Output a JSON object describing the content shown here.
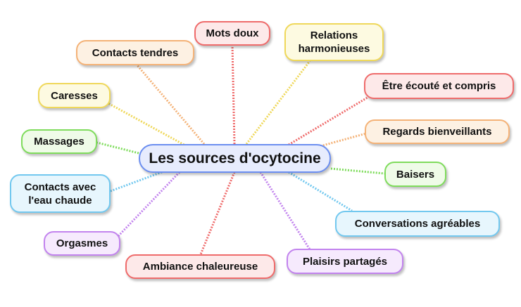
{
  "center": "Les sources d'ocytocine",
  "nodes": {
    "mots_doux": "Mots doux",
    "contacts_tendres": "Contacts tendres",
    "relations": "Relations harmonieuses",
    "caresses": "Caresses",
    "ecoute": "Être écouté et compris",
    "massages": "Massages",
    "regards": "Regards bienveillants",
    "baisers": "Baisers",
    "eau": "Contacts avec l'eau chaude",
    "conversations": "Conversations agréables",
    "orgasmes": "Orgasmes",
    "ambiance": "Ambiance chaleureuse",
    "plaisirs": "Plaisirs partagés"
  },
  "colors": {
    "red": "#ef6b6b",
    "orange": "#f4b277",
    "yellow": "#efd85a",
    "green": "#7fdc5c",
    "blue": "#72c8ef",
    "purple": "#c283ee",
    "center": "#6b8ef0"
  }
}
